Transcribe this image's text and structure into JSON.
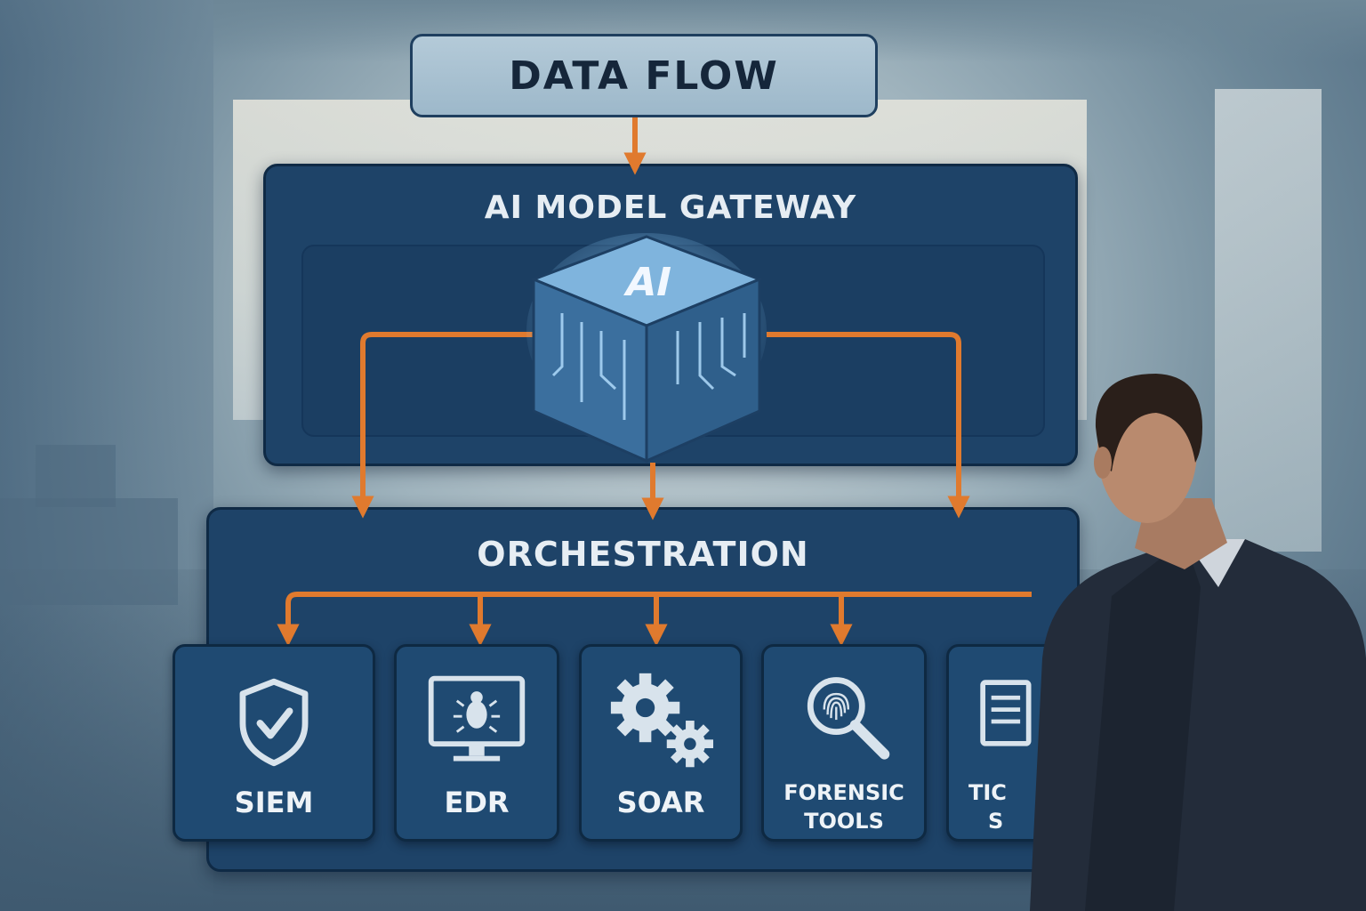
{
  "title": "DATA FLOW",
  "gateway": {
    "label": "AI MODEL GATEWAY",
    "core_label": "AI"
  },
  "orchestration": {
    "label": "ORCHESTRATION"
  },
  "tools": [
    {
      "lines": [
        "SIEM"
      ],
      "icon": "shield-check-icon"
    },
    {
      "lines": [
        "EDR"
      ],
      "icon": "monitor-bug-icon"
    },
    {
      "lines": [
        "SOAR"
      ],
      "icon": "gears-icon"
    },
    {
      "lines": [
        "FORENSIC",
        "TOOLS"
      ],
      "icon": "fingerprint-magnifier-icon"
    },
    {
      "lines": [
        "TIC",
        "S"
      ],
      "icon": "document-icon"
    }
  ],
  "colors": {
    "arrow": "#e07a2e",
    "panel": "#1e4368",
    "title_box": "#a7c0d0",
    "text_light": "#e6edf3"
  }
}
